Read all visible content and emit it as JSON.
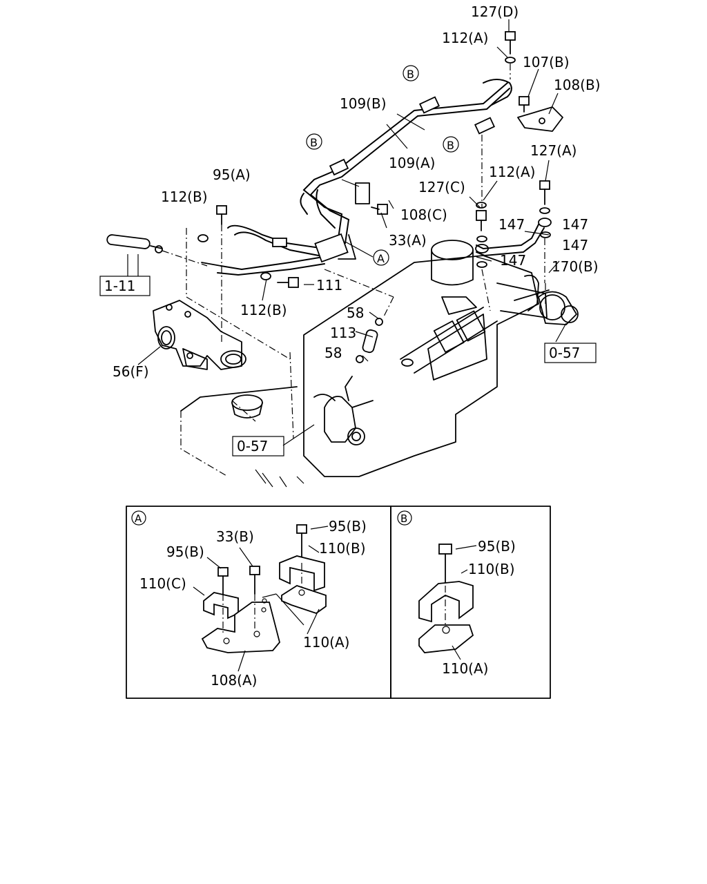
{
  "callouts": [
    "127(D)",
    "112(A)",
    "107(B)",
    "108(B)",
    "109(B)",
    "109(A)",
    "95(A)",
    "112(B)",
    "127(C)",
    "112(A)",
    "127(A)",
    "108(C)",
    "33(A)",
    "147",
    "147",
    "147",
    "147",
    "170(B)",
    "111",
    "112(B)",
    "58",
    "113",
    "58",
    "56(F)"
  ],
  "ref_boxes": [
    "1-11",
    "0-57",
    "0-57"
  ],
  "markers": {
    "a": "A",
    "b": "B"
  },
  "inset_a": {
    "callouts": [
      "95(B)",
      "33(B)",
      "95(B)",
      "110(B)",
      "110(C)",
      "110(A)",
      "108(A)"
    ]
  },
  "inset_b": {
    "callouts": [
      "95(B)",
      "110(B)",
      "110(A)"
    ]
  }
}
